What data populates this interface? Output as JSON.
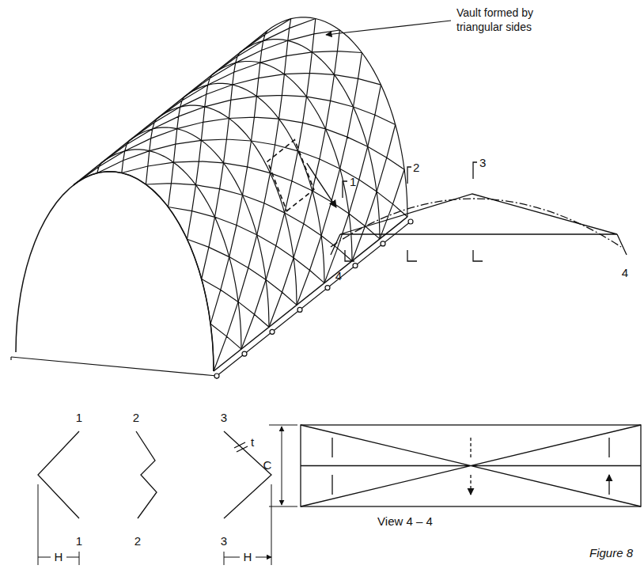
{
  "diagram": {
    "caption": "Figure 8",
    "labels": [
      "Vault formed by triangular sides",
      "1",
      "2",
      "3",
      "4",
      "4",
      "1",
      "1",
      "2",
      "2",
      "3",
      "3",
      "t",
      "H",
      "H",
      "C",
      "View 4 – 4"
    ]
  }
}
